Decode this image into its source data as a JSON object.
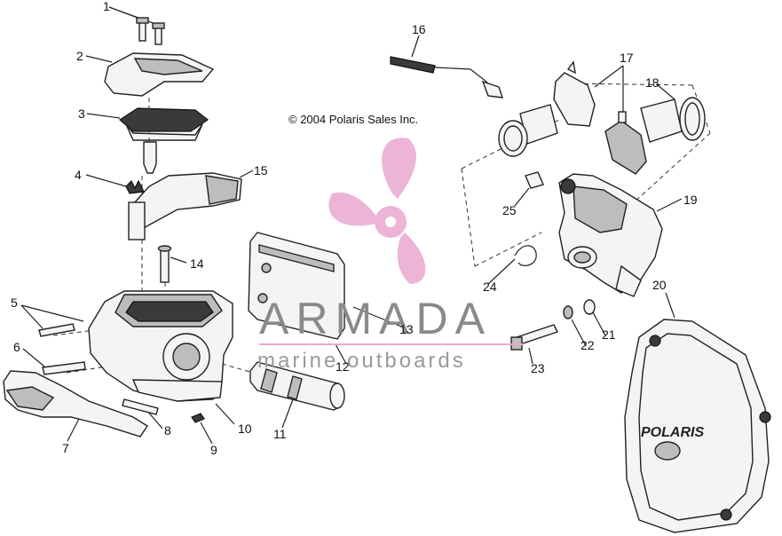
{
  "copyright": "© 2004 Polaris Sales Inc.",
  "watermark": {
    "brand": "ARMADA",
    "tagline": "marine outboards",
    "colors": {
      "propeller": "#e9a7cf",
      "text": "#8a8a8a",
      "underline": "#e9a7cf"
    }
  },
  "cover_logo": "POLARIS",
  "callouts": {
    "c1": "1",
    "c2": "2",
    "c3": "3",
    "c4": "4",
    "c5": "5",
    "c6": "6",
    "c7": "7",
    "c8": "8",
    "c9": "9",
    "c10": "10",
    "c11": "11",
    "c12": "12",
    "c13": "13",
    "c14": "14",
    "c15": "15",
    "c16": "16",
    "c17": "17",
    "c18": "18",
    "c19": "19",
    "c20": "20",
    "c21": "21",
    "c22": "22",
    "c23": "23",
    "c24": "24",
    "c25": "25"
  }
}
